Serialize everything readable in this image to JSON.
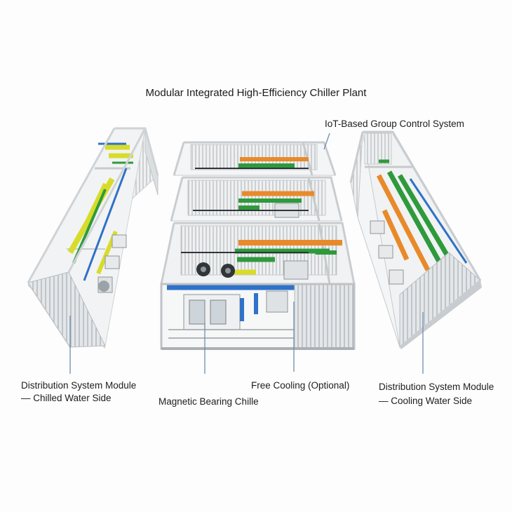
{
  "title": "Modular Integrated High-Efficiency Chiller Plant",
  "labels": {
    "iot": "IoT-Based Group Control System",
    "dist_chilled_line1": "Distribution System Module",
    "dist_chilled_line2": "— Chilled Water Side",
    "magnetic": "Magnetic Bearing Chille",
    "free_cooling": "Free Cooling (Optional)",
    "dist_cooling_line1": "Distribution System Module",
    "dist_cooling_line2": "— Cooling Water Side"
  },
  "colors": {
    "container_frame": "#d8dbdd",
    "container_wall": "#eceeef",
    "rib": "#b9bdc0",
    "pipe_yellow": "#d7dc2a",
    "pipe_green": "#2e9a3c",
    "pipe_orange": "#e88a2a",
    "pipe_blue": "#2f72c8",
    "leader_line": "#6e8fb0"
  }
}
